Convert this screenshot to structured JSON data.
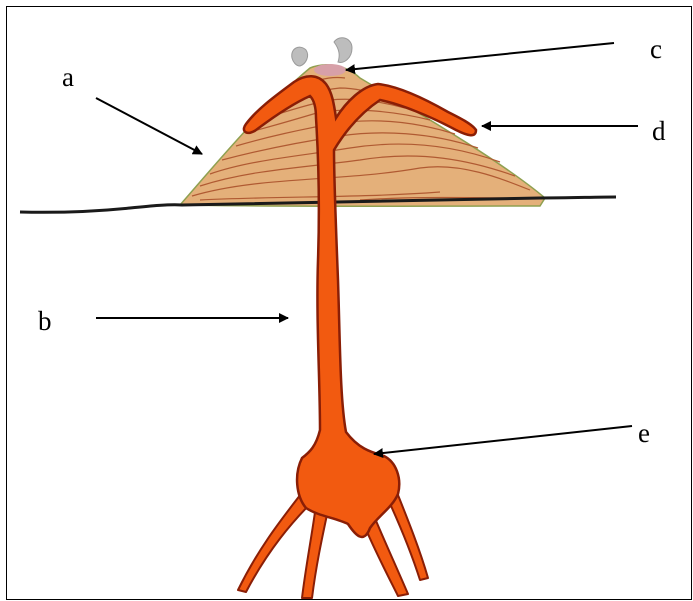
{
  "labels": {
    "a": "a",
    "b": "b",
    "c": "c",
    "d": "d",
    "e": "e"
  },
  "colors": {
    "mound_fill": "#e4b07a",
    "mound_stripe": "#b05a32",
    "plant": "#f25a10",
    "plant_outline": "#8a1e06",
    "ground_line": "#1a1a1a",
    "seed_husk": "#bdbdbd",
    "arrow": "#000000"
  }
}
